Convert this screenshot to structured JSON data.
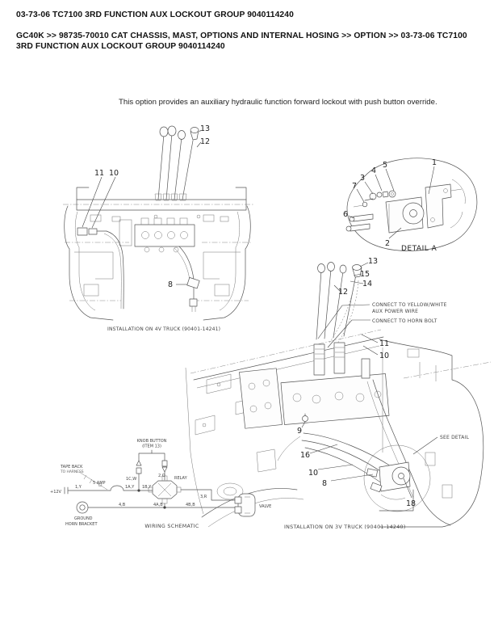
{
  "page": {
    "title": "03-73-06 TC7100 3RD FUNCTION AUX LOCKOUT GROUP 9040114240",
    "breadcrumb": "GC40K >> 98735-70010 CAT CHASSIS, MAST, OPTIONS AND INTERNAL HOSING >> OPTION >> 03-73-06 TC7100 3RD FUNCTION AUX LOCKOUT GROUP 9040114240",
    "description": "This option provides an auxiliary hydraulic function forward lockout with push button override."
  },
  "fig4v": {
    "caption": "INSTALLATION ON 4V TRUCK (90401-14241)",
    "callouts": {
      "c13": "13",
      "c12": "12",
      "c11": "11",
      "c10": "10",
      "c8": "8"
    }
  },
  "detailA": {
    "caption": "DETAIL A",
    "callouts": {
      "c1": "1",
      "c2": "2",
      "c3": "3",
      "c4": "4",
      "c5": "5",
      "c6": "6",
      "c7": "7"
    }
  },
  "fig3v": {
    "caption": "INSTALLATION ON 3V TRUCK (90401-14240)",
    "see_detail": "SEE DETAIL",
    "connect_aux_line1": "CONNECT TO YELLOW/WHITE",
    "connect_aux_line2": "AUX POWER WIRE",
    "connect_horn": "CONNECT TO HORN BOLT",
    "callouts": {
      "c13": "13",
      "c15": "15",
      "c14": "14",
      "c12": "12",
      "c11": "11",
      "c10a": "10",
      "c9": "9",
      "c16": "16",
      "c10b": "10",
      "c8": "8",
      "c18": "18"
    }
  },
  "schematic": {
    "caption": "WIRING SCHEMATIC",
    "knob_button_line1": "KNOB BUTTON",
    "knob_button_line2": "(ITEM 13)",
    "tape_back_line1": "TAPE BACK",
    "tape_back_line2": "TO HARNESS",
    "supply": "+12V",
    "fuse": "5 AMP",
    "relay": "RELAY",
    "ground_line1": "GROUND",
    "ground_line2": "HORN BRACKET",
    "valve": "VALVE",
    "wires": {
      "w1y": "1,Y",
      "w1ay": "1A,Y",
      "w1by": "1B,Y",
      "w1cw": "1C,W",
      "w2o": "2,O",
      "w3r": "3,R",
      "w4b": "4,B",
      "w4ab": "4A,B",
      "w4bb": "4B,B"
    }
  }
}
